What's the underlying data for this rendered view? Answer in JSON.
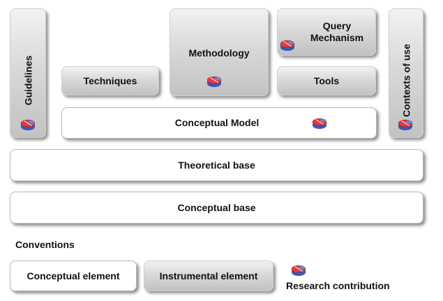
{
  "diagram": {
    "guidelines": "Guidelines",
    "techniques": "Techniques",
    "methodology": "Methodology",
    "query_mechanism_line1": "Query",
    "query_mechanism_line2": "Mechanism",
    "tools": "Tools",
    "contexts_of_use": "Contexts of use",
    "conceptual_model": "Conceptual Model",
    "theoretical_base": "Theoretical base",
    "conceptual_base": "Conceptual base"
  },
  "legend": {
    "title": "Conventions",
    "conceptual_element": "Conceptual element",
    "instrumental_element": "Instrumental element",
    "research_contribution": "Research contribution"
  },
  "colors": {
    "disk_top": "#e23b3b",
    "disk_side": "#3d55b5",
    "instrumental_fill": "#cccccc"
  },
  "icons": {
    "research_contribution": "red-blue-disk-icon"
  }
}
